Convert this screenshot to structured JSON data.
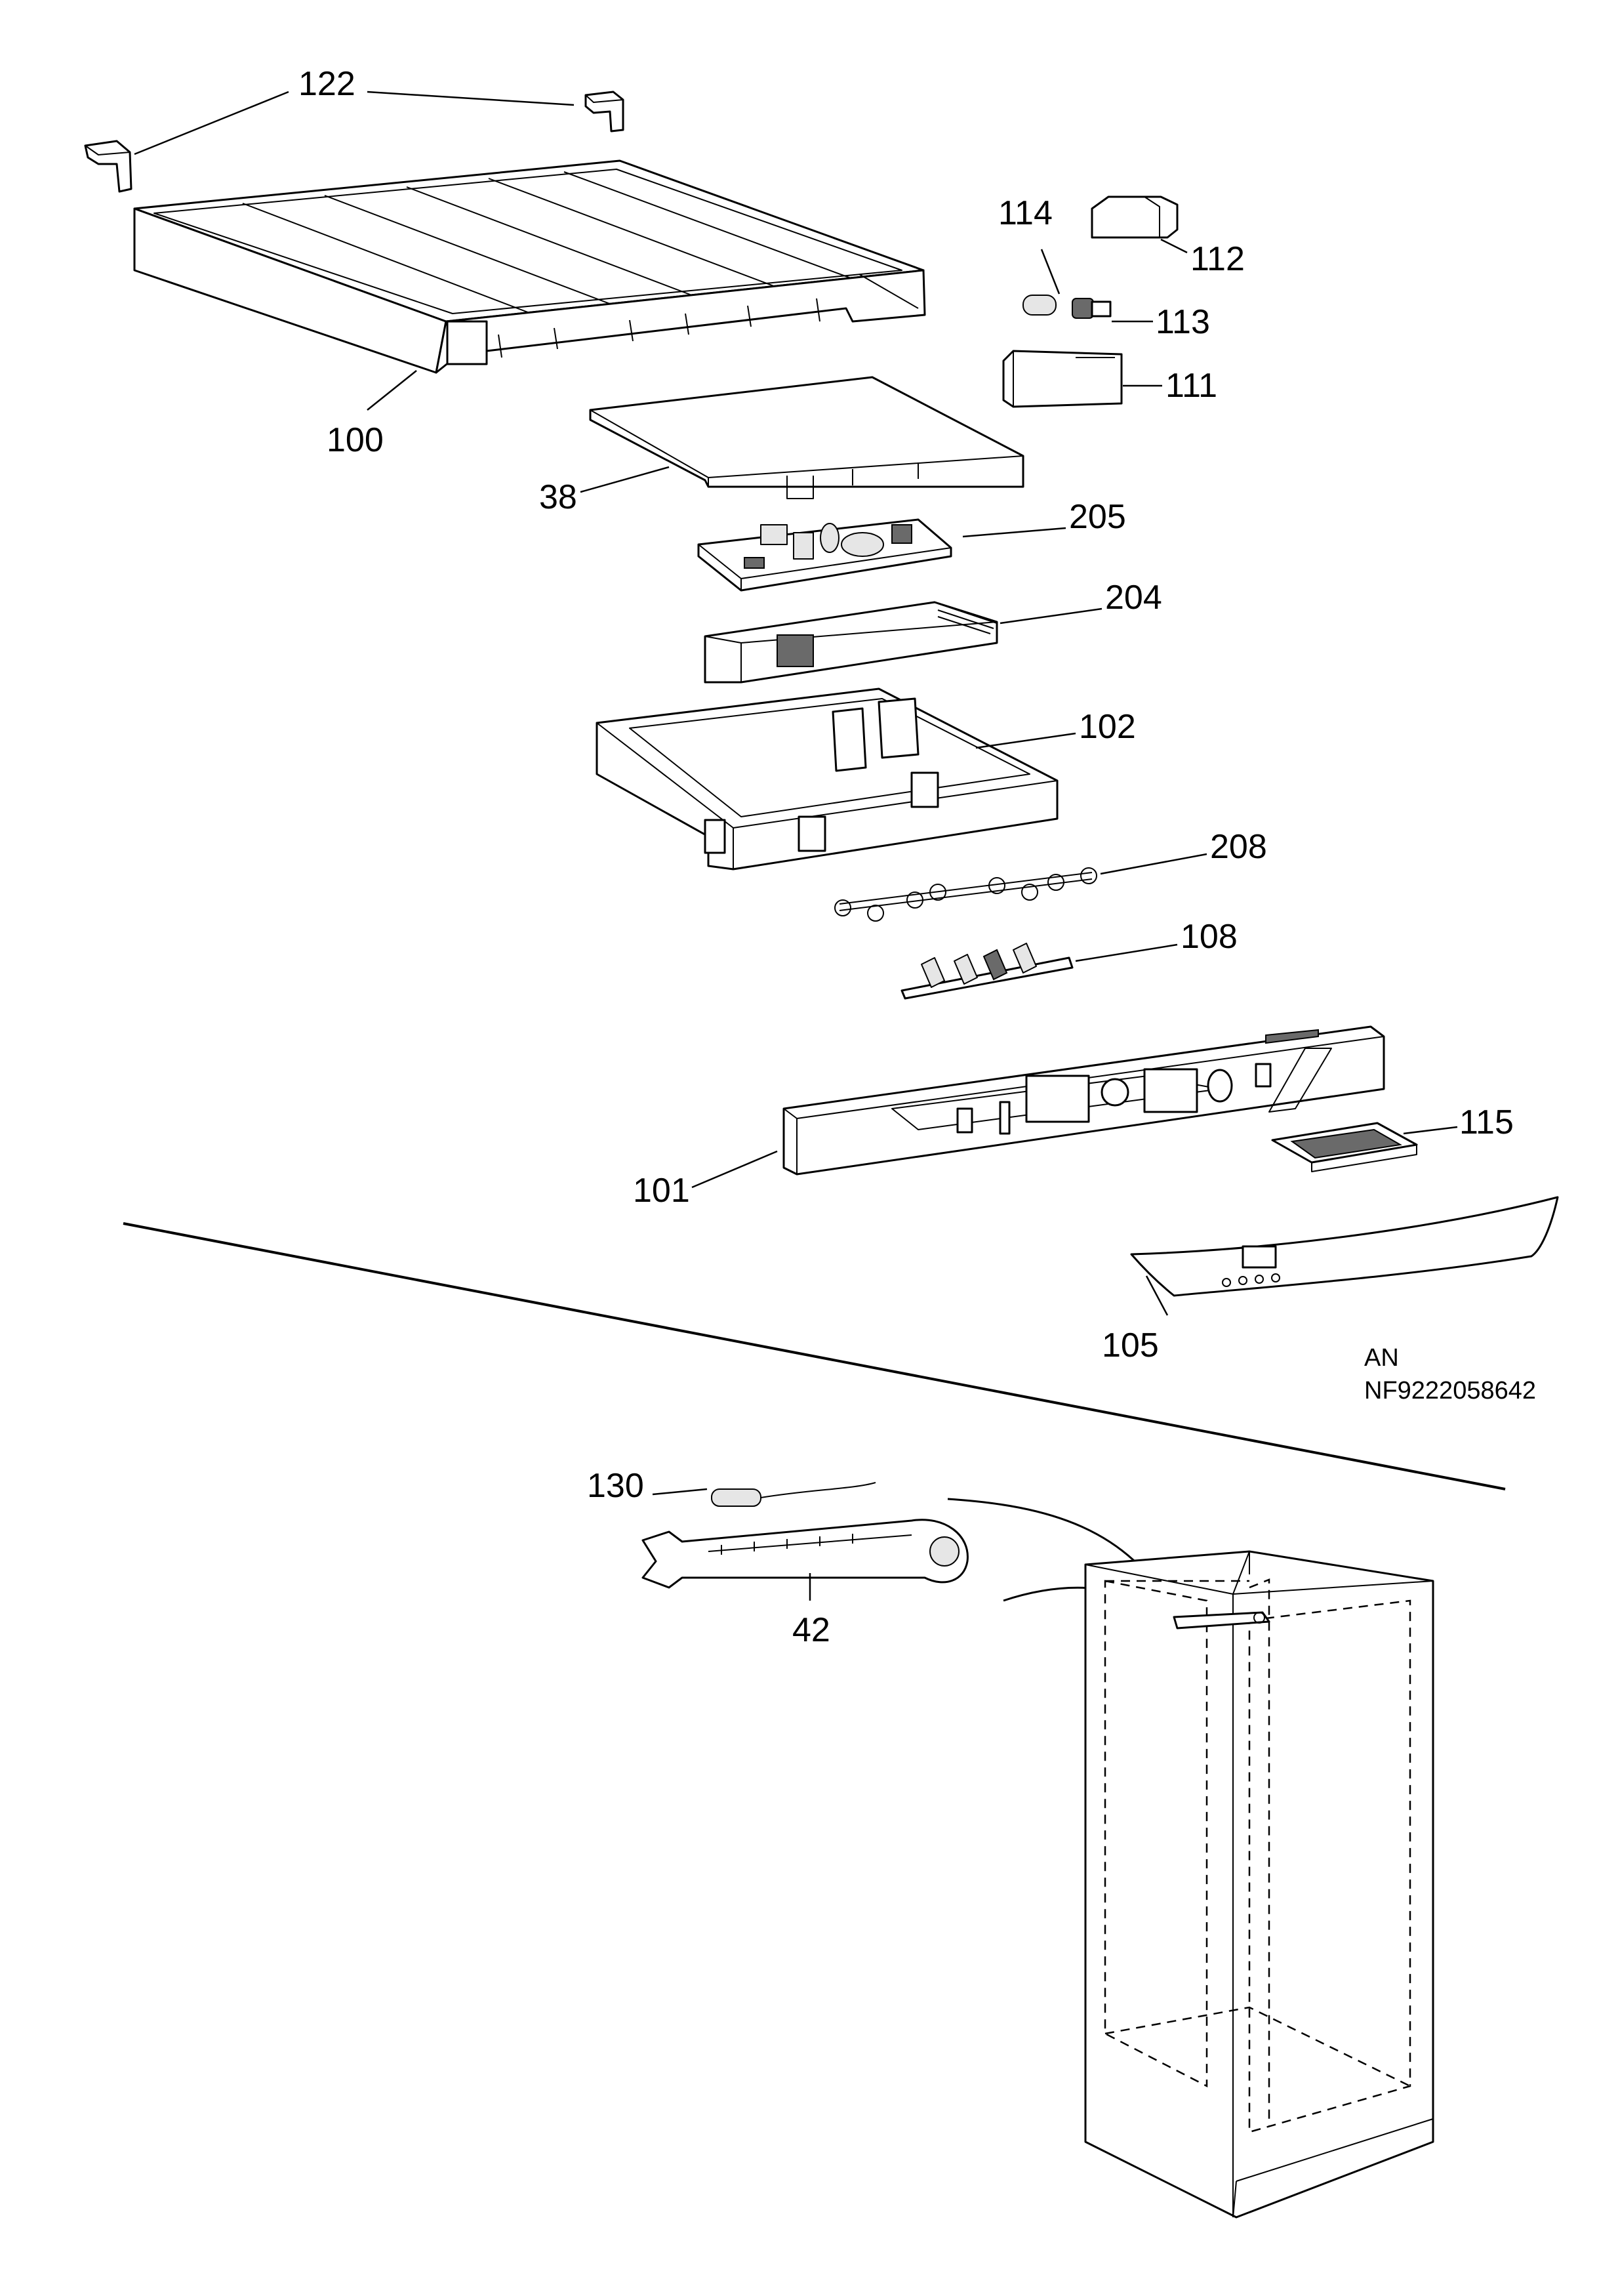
{
  "labels": {
    "p122": "122",
    "p100": "100",
    "p114": "114",
    "p112": "112",
    "p113": "113",
    "p111": "111",
    "p38": "38",
    "p205": "205",
    "p204": "204",
    "p102": "102",
    "p208": "208",
    "p108": "108",
    "p115": "115",
    "p101": "101",
    "p105": "105",
    "p130": "130",
    "p42": "42"
  },
  "code": {
    "line1": "AN",
    "line2": "NF9222058642"
  }
}
